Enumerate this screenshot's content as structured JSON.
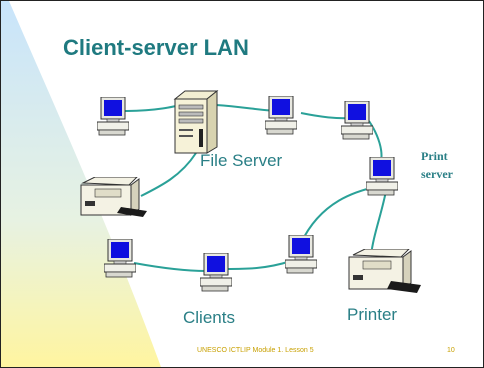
{
  "slide": {
    "title": "Client-server LAN",
    "labels": {
      "file_server": "File Server",
      "print_server_line1": "Print",
      "print_server_line2": "server",
      "clients": "Clients",
      "printer": "Printer"
    },
    "footer": {
      "text": "UNESCO ICTLIP Module 1. Lesson 5",
      "page": "10"
    }
  },
  "colors": {
    "network_cable": "#2aa198",
    "title": "#1f7a80",
    "footer": "#c8a000",
    "screen_blue": "#1010e0"
  }
}
